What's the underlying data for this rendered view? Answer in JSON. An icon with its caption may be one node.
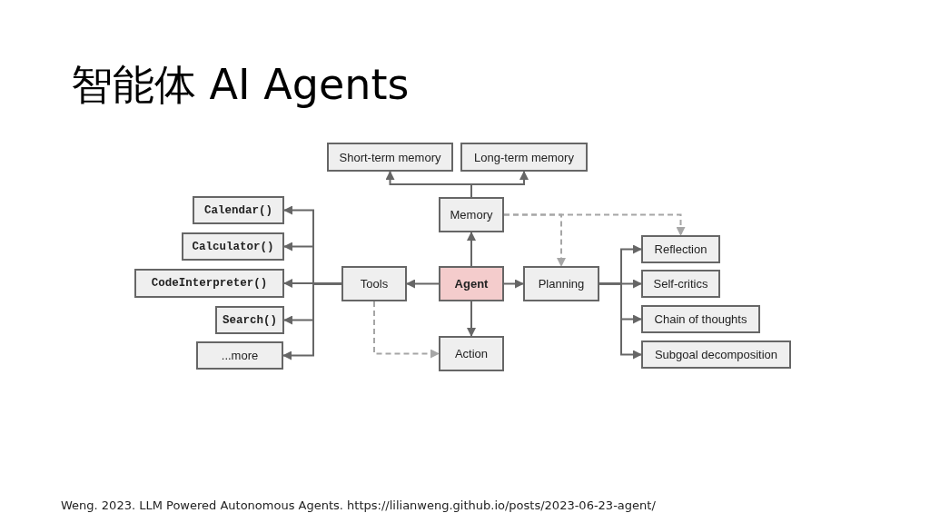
{
  "diagram": {
    "title": "智能体 AI Agents",
    "caption": "Weng. 2023. LLM Powered Autonomous Agents. https://lilianweng.github.io/posts/2023-06-23-agent/",
    "nodes": [
      {
        "text": [
          "Short-term memory"
        ]
      },
      {
        "text": [
          "Long-term memory"
        ]
      },
      {
        "text": [
          "Memory"
        ]
      },
      {
        "text": [
          "Calendar()"
        ]
      },
      {
        "text": [
          "Calculator()"
        ]
      },
      {
        "text": [
          "CodeInterpreter()"
        ]
      },
      {
        "text": [
          "Tools"
        ]
      },
      {
        "text": [
          "Agent"
        ]
      },
      {
        "text": [
          "Planning"
        ]
      },
      {
        "text": [
          "Reflection"
        ]
      },
      {
        "text": [
          "Self-critics"
        ]
      },
      {
        "text": [
          "Search()"
        ]
      },
      {
        "text": [
          "Chain of thoughts"
        ]
      },
      {
        "text": [
          "Action"
        ]
      },
      {
        "text": [
          "...more"
        ]
      },
      {
        "text": [
          "Subgoal decomposition"
        ]
      }
    ],
    "edges": [
      {
        "from": 2,
        "to": 0,
        "arrow": "to"
      },
      {
        "from": 2,
        "to": 1,
        "arrow": "to"
      },
      {
        "from": 7,
        "to": 2,
        "arrow": "to"
      },
      {
        "from": 7,
        "to": 6,
        "arrow": "to"
      },
      {
        "from": 7,
        "to": 8,
        "arrow": "to"
      },
      {
        "from": 7,
        "to": 13,
        "arrow": "to"
      },
      {
        "from": 6,
        "to": 3,
        "arrow": "to"
      },
      {
        "from": 6,
        "to": 4,
        "arrow": "to"
      },
      {
        "from": 6,
        "to": 5,
        "arrow": "to"
      },
      {
        "from": 6,
        "to": 11,
        "arrow": "to"
      },
      {
        "from": 6,
        "to": 14,
        "arrow": "to"
      },
      {
        "from": 8,
        "to": 9,
        "arrow": "to"
      },
      {
        "from": 8,
        "to": 10,
        "arrow": "to"
      },
      {
        "from": 8,
        "to": 12,
        "arrow": "to"
      },
      {
        "from": 8,
        "to": 15,
        "arrow": "to"
      },
      {
        "from": 2,
        "to": 8,
        "arrow": "to",
        "style": "dashed",
        "color": "#a6a6a6"
      },
      {
        "from": 2,
        "to": 9,
        "arrow": "to",
        "style": "dashed",
        "color": "#a6a6a6"
      },
      {
        "from": 6,
        "to": 13,
        "arrow": "to",
        "style": "dashed",
        "color": "#a6a6a6"
      }
    ]
  }
}
